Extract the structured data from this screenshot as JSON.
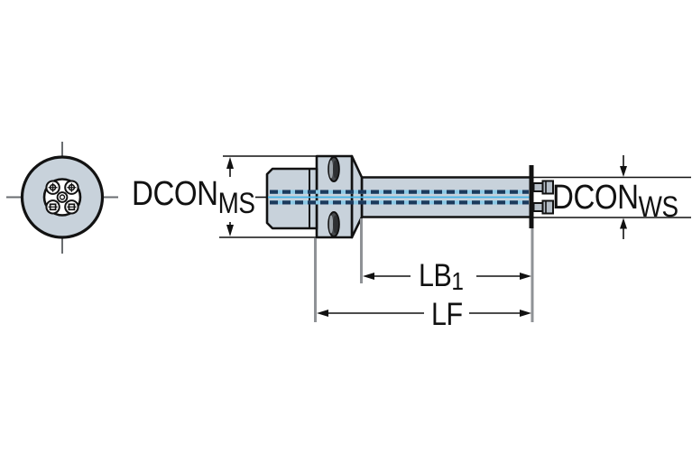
{
  "diagram": {
    "description": "Engineering dimension drawing of a cylindrical tool adaptor: end view (left) and side view (right) with diameter and length dimensions",
    "labels": {
      "dcon_ms": {
        "main": "DCON",
        "sub": "MS"
      },
      "dcon_ws": {
        "main": "DCON",
        "sub": "WS"
      },
      "lb1": {
        "main": "LB",
        "sub": "1"
      },
      "lf": {
        "main": "LF"
      }
    },
    "colors": {
      "background": "#ffffff",
      "body_fill": "#c8d2db",
      "outline": "#121212",
      "centerline_cyan": "#45b5e8",
      "centerline_navy": "#1b3a5c",
      "centerline_underlay": "#8cc9e6",
      "extension_gray": "#8f9296",
      "slot_dark": "#46494c",
      "slot_highlight": "#9aa1a7",
      "dimension_black": "#111111"
    }
  }
}
